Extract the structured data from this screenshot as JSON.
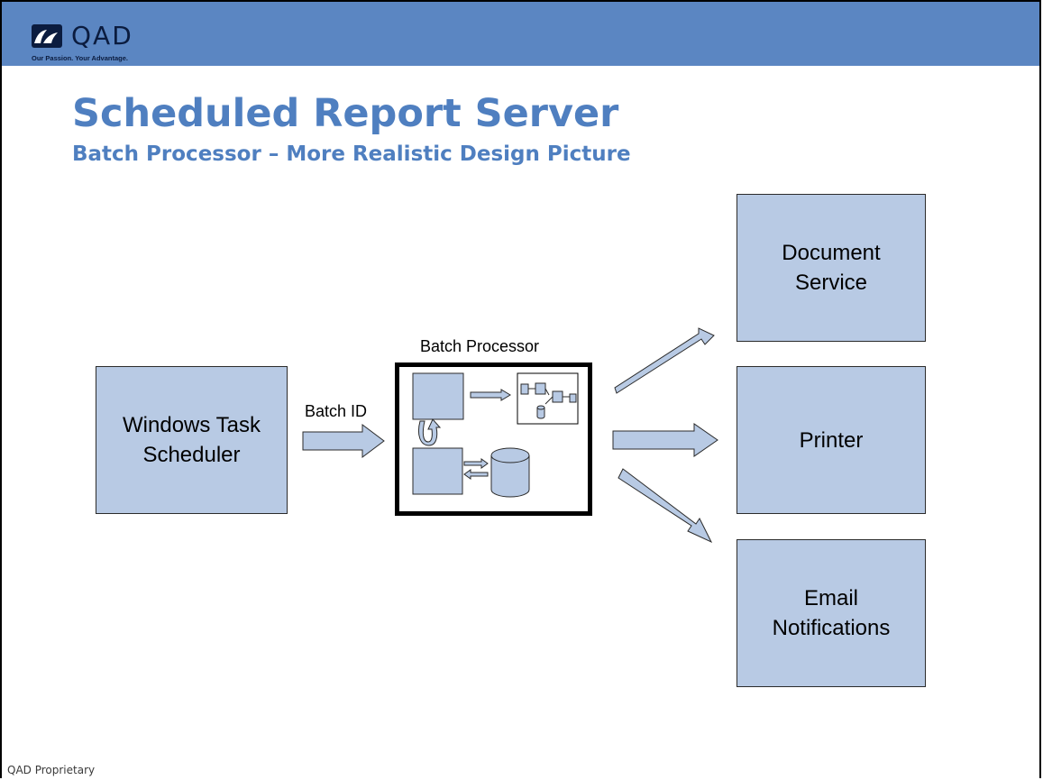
{
  "header": {
    "logo_text": "QAD",
    "tagline": "Our Passion. Your Advantage.",
    "logo_icon": "qad-logo-icon"
  },
  "slide": {
    "title": "Scheduled Report Server",
    "subtitle": "Batch Processor – More Realistic Design Picture"
  },
  "diagram": {
    "nodes": {
      "scheduler": "Windows Task\nScheduler",
      "batch_processor": "Batch Processor",
      "document_service": "Document\nService",
      "printer": "Printer",
      "email": "Email\nNotifications"
    },
    "edge_labels": {
      "batch_id": "Batch ID"
    },
    "colors": {
      "box_fill": "#b8cae4",
      "header_bar": "#5b86c2",
      "title_text": "#4f7fc0"
    }
  },
  "footer": {
    "text": "QAD Proprietary"
  }
}
